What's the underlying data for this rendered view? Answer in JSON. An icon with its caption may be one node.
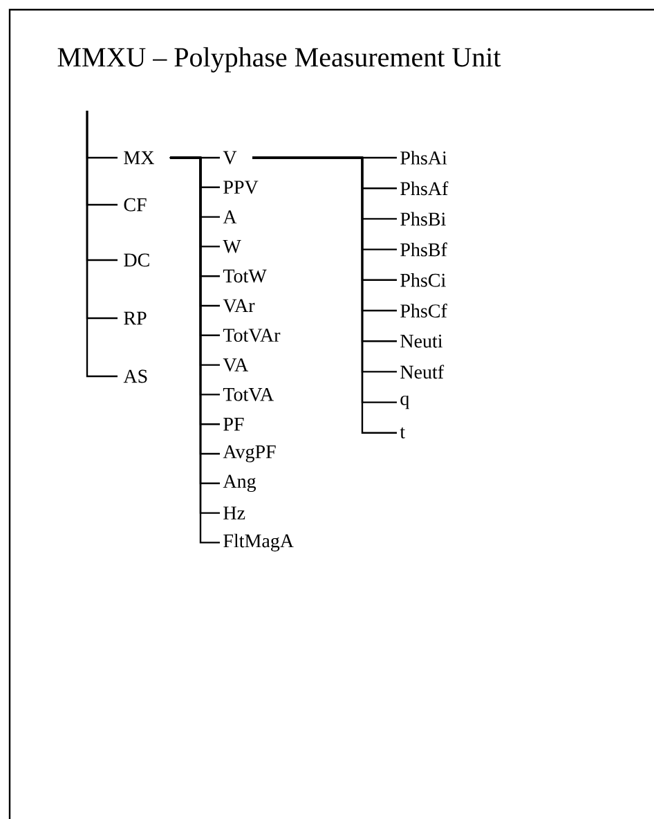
{
  "diagram": {
    "title": "MMXU – Polyphase Measurement Unit",
    "nodes": [
      {
        "text": [
          "MX"
        ]
      },
      {
        "text": [
          "V"
        ]
      },
      {
        "text": [
          "PPV"
        ]
      },
      {
        "text": [
          "A"
        ]
      },
      {
        "text": [
          "W"
        ]
      },
      {
        "text": [
          "TotW"
        ]
      },
      {
        "text": [
          "VAr"
        ]
      },
      {
        "text": [
          "TotVAr"
        ]
      },
      {
        "text": [
          "VA"
        ]
      },
      {
        "text": [
          "TotVA"
        ]
      },
      {
        "text": [
          "PF"
        ]
      },
      {
        "text": [
          "AvgPF"
        ]
      },
      {
        "text": [
          "Ang"
        ]
      },
      {
        "text": [
          "Hz"
        ]
      },
      {
        "text": [
          "FltMagA"
        ]
      },
      {
        "text": [
          "PhsAi"
        ]
      },
      {
        "text": [
          "PhsAf"
        ]
      },
      {
        "text": [
          "PhsBi"
        ]
      },
      {
        "text": [
          "PhsBf"
        ]
      },
      {
        "text": [
          "PhsCi"
        ]
      },
      {
        "text": [
          "PhsCf"
        ]
      },
      {
        "text": [
          "Neuti"
        ]
      },
      {
        "text": [
          "Neutf"
        ]
      },
      {
        "text": [
          "q"
        ]
      },
      {
        "text": [
          "t"
        ]
      },
      {
        "text": [
          "CF"
        ]
      },
      {
        "text": [
          "DC"
        ]
      },
      {
        "text": [
          "RP"
        ]
      },
      {
        "text": [
          "AS"
        ]
      }
    ],
    "edges": [
      {
        "from": null,
        "to": 0,
        "arrow": "none"
      },
      {
        "from": 0,
        "to": 1,
        "arrow": "none"
      },
      {
        "from": 0,
        "to": 2,
        "arrow": "none"
      },
      {
        "from": 0,
        "to": 3,
        "arrow": "none"
      },
      {
        "from": 0,
        "to": 4,
        "arrow": "none"
      },
      {
        "from": 0,
        "to": 5,
        "arrow": "none"
      },
      {
        "from": 0,
        "to": 6,
        "arrow": "none"
      },
      {
        "from": 0,
        "to": 7,
        "arrow": "none"
      },
      {
        "from": 0,
        "to": 8,
        "arrow": "none"
      },
      {
        "from": 0,
        "to": 9,
        "arrow": "none"
      },
      {
        "from": 0,
        "to": 10,
        "arrow": "none"
      },
      {
        "from": 0,
        "to": 11,
        "arrow": "none"
      },
      {
        "from": 0,
        "to": 12,
        "arrow": "none"
      },
      {
        "from": 0,
        "to": 13,
        "arrow": "none"
      },
      {
        "from": 0,
        "to": 14,
        "arrow": "none"
      },
      {
        "from": 1,
        "to": 15,
        "arrow": "none"
      },
      {
        "from": 1,
        "to": 16,
        "arrow": "none"
      },
      {
        "from": 1,
        "to": 17,
        "arrow": "none"
      },
      {
        "from": 1,
        "to": 18,
        "arrow": "none"
      },
      {
        "from": 1,
        "to": 19,
        "arrow": "none"
      },
      {
        "from": 1,
        "to": 20,
        "arrow": "none"
      },
      {
        "from": 1,
        "to": 21,
        "arrow": "none"
      },
      {
        "from": 1,
        "to": 22,
        "arrow": "none"
      },
      {
        "from": 1,
        "to": 23,
        "arrow": "none"
      },
      {
        "from": 1,
        "to": 24,
        "arrow": "none"
      },
      {
        "from": null,
        "to": 25,
        "arrow": "none"
      },
      {
        "from": null,
        "to": 26,
        "arrow": "none"
      },
      {
        "from": null,
        "to": 27,
        "arrow": "none"
      },
      {
        "from": null,
        "to": 28,
        "arrow": "none"
      }
    ]
  }
}
